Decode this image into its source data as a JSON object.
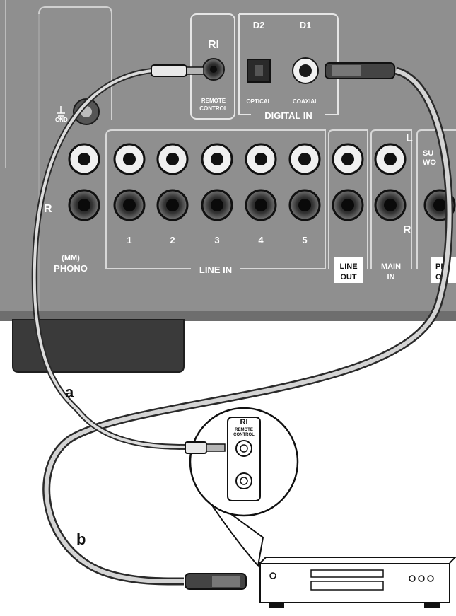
{
  "receiver_panel": {
    "ri_logo": "RI",
    "remote_control_line1": "REMOTE",
    "remote_control_line2": "CONTROL",
    "d2": "D2",
    "d1": "D1",
    "optical": "OPTICAL",
    "coaxial": "COAXIAL",
    "digital_in": "DIGITAL IN",
    "gnd": "GND",
    "phono_left_marker": "R",
    "phono_line1": "(MM)",
    "phono_line2": "PHONO",
    "line_in_numbers": [
      "1",
      "2",
      "3",
      "4",
      "5"
    ],
    "line_in": "LINE IN",
    "line_out_line1": "LINE",
    "line_out_line2": "OUT",
    "main_in_line1": "MAIN",
    "main_in_line2": "IN",
    "main_in_l": "L",
    "main_in_r": "R",
    "sub_line1": "SU",
    "sub_line2": "WO",
    "pre_line1": "PR",
    "pre_line2": "OU"
  },
  "callouts": {
    "a": "a",
    "b": "b"
  },
  "device_inset": {
    "ri_logo": "RI",
    "remote_control_line1": "REMOTE",
    "remote_control_line2": "CONTROL"
  },
  "colors": {
    "panel": "#8f8f8f",
    "panel_dark": "#3a3a3a",
    "cable_outline": "#2a2a2a",
    "cable_fill": "#d4d4d4",
    "background": "#ffffff"
  }
}
